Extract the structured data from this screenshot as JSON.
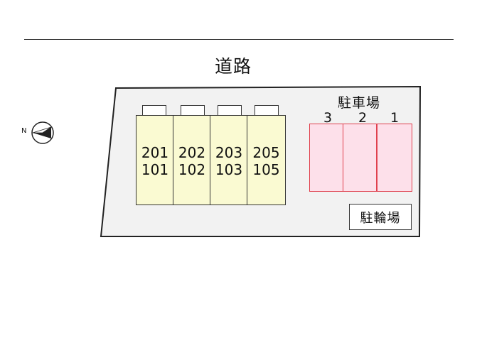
{
  "road": {
    "label": "道路"
  },
  "compass": {
    "north_label": "N",
    "icon": "north-arrow-icon"
  },
  "units": [
    {
      "upper": "201",
      "lower": "101"
    },
    {
      "upper": "202",
      "lower": "102"
    },
    {
      "upper": "203",
      "lower": "103"
    },
    {
      "upper": "205",
      "lower": "105"
    }
  ],
  "parking": {
    "title": "駐車場",
    "spaces": [
      "3",
      "2",
      "1"
    ]
  },
  "bicycle_parking": {
    "label": "駐輪場"
  },
  "colors": {
    "lot_fill": "#f2f2f2",
    "building_fill": "#fafad2",
    "parking_fill": "#fde0ea",
    "parking_border": "#e0414e"
  }
}
